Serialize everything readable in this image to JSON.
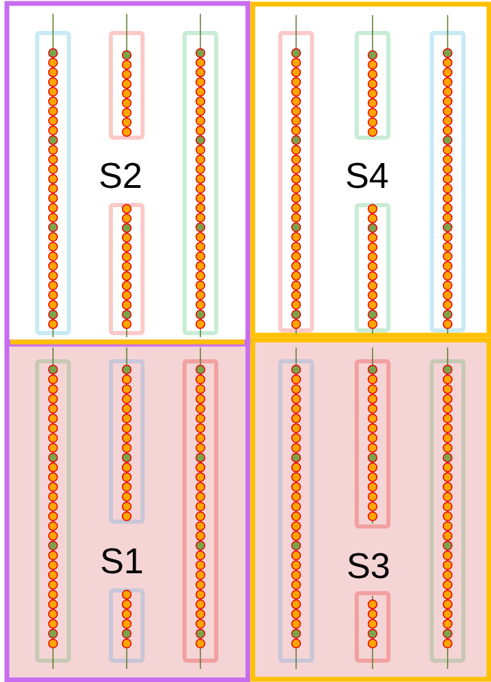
{
  "diagram": {
    "nodes": [
      {
        "text": [
          "S2"
        ]
      },
      {
        "text": [
          "S4"
        ]
      },
      {
        "text": [
          "S1"
        ]
      },
      {
        "text": [
          "S3"
        ]
      }
    ]
  }
}
